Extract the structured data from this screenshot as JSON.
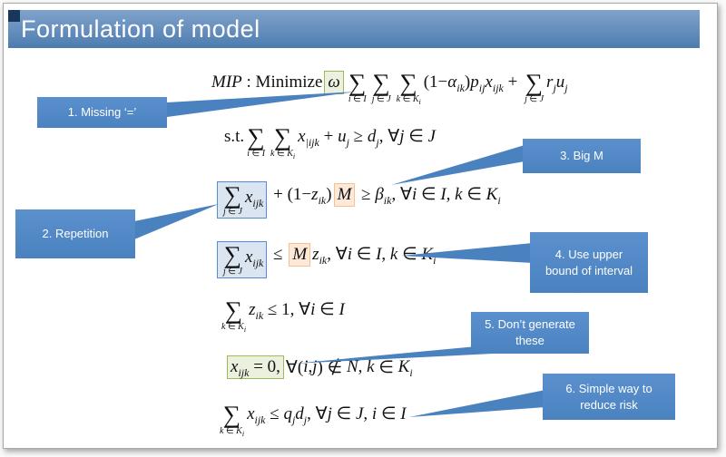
{
  "slide": {
    "title": "Formulation of model"
  },
  "palette": {
    "header_blue_top": "#7fa3cb",
    "header_blue_bottom": "#4e7cb0",
    "header_accent": "#17375e",
    "callout_blue": "#4a82c0",
    "callout_blue_light": "#5b90cd",
    "hl_green_bg": "#ebf1de",
    "hl_green_border": "#9bbb59",
    "hl_blue_bg": "#dbe5f1",
    "hl_blue_border": "#558ed5",
    "hl_orange_bg": "#fde9d9",
    "hl_orange_border": "#fabf8f"
  },
  "callouts": [
    {
      "label": "1. Missing ‘=’"
    },
    {
      "label": "2. Repetition"
    },
    {
      "label": "3. Big M"
    },
    {
      "label": "4. Use upper bound of interval"
    },
    {
      "label": "5. Don’t generate these"
    },
    {
      "label": "6. Simple way to reduce risk"
    }
  ],
  "formulas": [
    {
      "tokens": [
        {
          "T": "i",
          "v": "MIP"
        },
        {
          "T": "t",
          "v": " : Minimize"
        },
        {
          "T": "box",
          "bg": "green",
          "c": [
            {
              "T": "i",
              "v": "ω"
            }
          ]
        },
        {
          "T": "sum",
          "u": [
            {
              "T": "i",
              "v": "i"
            },
            {
              "T": "t",
              "v": " ∈ "
            },
            {
              "T": "i",
              "v": "I"
            }
          ]
        },
        {
          "T": "sum",
          "u": [
            {
              "T": "i",
              "v": "j"
            },
            {
              "T": "t",
              "v": " ∈ "
            },
            {
              "T": "i",
              "v": "J"
            }
          ]
        },
        {
          "T": "sum",
          "u": [
            {
              "T": "i",
              "v": "k"
            },
            {
              "T": "t",
              "v": " ∈ "
            },
            {
              "T": "v",
              "v": "K",
              "s": "i"
            }
          ]
        },
        {
          "T": "t",
          "v": "(1−"
        },
        {
          "T": "v",
          "v": "α",
          "s": "ik"
        },
        {
          "T": "t",
          "v": ")"
        },
        {
          "T": "v",
          "v": "p",
          "s": "ij"
        },
        {
          "T": "v",
          "v": "x",
          "s": "ijk"
        },
        {
          "T": "t",
          "v": " + "
        },
        {
          "T": "sum",
          "u": [
            {
              "T": "i",
              "v": "j"
            },
            {
              "T": "t",
              "v": " ∈ "
            },
            {
              "T": "i",
              "v": "J"
            }
          ]
        },
        {
          "T": "v",
          "v": "r",
          "s": "j"
        },
        {
          "T": "v",
          "v": "u",
          "s": "j"
        }
      ]
    },
    {
      "tokens": [
        {
          "T": "t",
          "v": "s.t."
        },
        {
          "T": "sum",
          "u": [
            {
              "T": "i",
              "v": "i"
            },
            {
              "T": "t",
              "v": " ∈ "
            },
            {
              "T": "i",
              "v": "I"
            }
          ]
        },
        {
          "T": "sum",
          "u": [
            {
              "T": "i",
              "v": "k"
            },
            {
              "T": "t",
              "v": " ∈ "
            },
            {
              "T": "v",
              "v": "K",
              "s": "i"
            }
          ]
        },
        {
          "T": "v",
          "v": "x",
          "s": "|ijk"
        },
        {
          "T": "t",
          "v": " + "
        },
        {
          "T": "v",
          "v": "u",
          "s": "j"
        },
        {
          "T": "t",
          "v": " ≥ "
        },
        {
          "T": "v",
          "v": "d",
          "s": "j"
        },
        {
          "T": "t",
          "v": ", ∀"
        },
        {
          "T": "i",
          "v": "j"
        },
        {
          "T": "t",
          "v": " ∈ "
        },
        {
          "T": "i",
          "v": "J"
        }
      ]
    },
    {
      "tokens": [
        {
          "T": "box",
          "bg": "blue",
          "c": [
            {
              "T": "sum",
              "u": [
                {
                  "T": "i",
                  "v": "j"
                },
                {
                  "T": "t",
                  "v": " ∈ "
                },
                {
                  "T": "i",
                  "v": "J"
                }
              ]
            },
            {
              "T": "v",
              "v": "x",
              "s": "ijk"
            }
          ]
        },
        {
          "T": "t",
          "v": " + (1−"
        },
        {
          "T": "v",
          "v": "z",
          "s": "ik"
        },
        {
          "T": "t",
          "v": ")"
        },
        {
          "T": "box",
          "bg": "orange",
          "c": [
            {
              "T": "i",
              "v": "M"
            }
          ]
        },
        {
          "T": "t",
          "v": " ≥ "
        },
        {
          "T": "v",
          "v": "β",
          "s": "ik"
        },
        {
          "T": "t",
          "v": ", ∀"
        },
        {
          "T": "i",
          "v": "i"
        },
        {
          "T": "t",
          "v": " ∈ "
        },
        {
          "T": "i",
          "v": "I"
        },
        {
          "T": "t",
          "v": ", "
        },
        {
          "T": "i",
          "v": "k"
        },
        {
          "T": "t",
          "v": " ∈ "
        },
        {
          "T": "v",
          "v": "K",
          "s": "i"
        }
      ]
    },
    {
      "tokens": [
        {
          "T": "box",
          "bg": "blue",
          "c": [
            {
              "T": "sum",
              "u": [
                {
                  "T": "i",
                  "v": "j"
                },
                {
                  "T": "t",
                  "v": " ∈ "
                },
                {
                  "T": "i",
                  "v": "J"
                }
              ]
            },
            {
              "T": "v",
              "v": "x",
              "s": "ijk"
            }
          ]
        },
        {
          "T": "t",
          "v": " ≤ "
        },
        {
          "T": "box",
          "bg": "orange",
          "c": [
            {
              "T": "i",
              "v": "M"
            }
          ]
        },
        {
          "T": "v",
          "v": "z",
          "s": "ik"
        },
        {
          "T": "t",
          "v": ", ∀"
        },
        {
          "T": "i",
          "v": "i"
        },
        {
          "T": "t",
          "v": " ∈ "
        },
        {
          "T": "i",
          "v": "I"
        },
        {
          "T": "t",
          "v": ", "
        },
        {
          "T": "i",
          "v": "k"
        },
        {
          "T": "t",
          "v": " ∈ "
        },
        {
          "T": "v",
          "v": "K",
          "s": "i"
        }
      ]
    },
    {
      "tokens": [
        {
          "T": "sum",
          "u": [
            {
              "T": "i",
              "v": "k"
            },
            {
              "T": "t",
              "v": " ∈ "
            },
            {
              "T": "v",
              "v": "K",
              "s": "i"
            }
          ]
        },
        {
          "T": "v",
          "v": "z",
          "s": "ik"
        },
        {
          "T": "t",
          "v": " ≤ 1, ∀"
        },
        {
          "T": "i",
          "v": "i"
        },
        {
          "T": "t",
          "v": " ∈ "
        },
        {
          "T": "i",
          "v": "I"
        }
      ]
    },
    {
      "tokens": [
        {
          "T": "box",
          "bg": "green",
          "c": [
            {
              "T": "v",
              "v": "x",
              "s": "ijk"
            },
            {
              "T": "t",
              "v": " = 0,"
            }
          ]
        },
        {
          "T": "t",
          "v": "∀("
        },
        {
          "T": "i",
          "v": "i"
        },
        {
          "T": "t",
          "v": ","
        },
        {
          "T": "i",
          "v": "j"
        },
        {
          "T": "t",
          "v": ") ∉ "
        },
        {
          "T": "i",
          "v": "N"
        },
        {
          "T": "t",
          "v": ", "
        },
        {
          "T": "i",
          "v": "k"
        },
        {
          "T": "t",
          "v": " ∈ "
        },
        {
          "T": "v",
          "v": "K",
          "s": "i"
        }
      ]
    },
    {
      "tokens": [
        {
          "T": "sum",
          "u": [
            {
              "T": "i",
              "v": "k"
            },
            {
              "T": "t",
              "v": " ∈ "
            },
            {
              "T": "v",
              "v": "K",
              "s": "i"
            }
          ]
        },
        {
          "T": "v",
          "v": "x",
          "s": "ijk"
        },
        {
          "T": "t",
          "v": " ≤ "
        },
        {
          "T": "v",
          "v": "q",
          "s": "j"
        },
        {
          "T": "v",
          "v": "d",
          "s": "j"
        },
        {
          "T": "t",
          "v": ", ∀"
        },
        {
          "T": "i",
          "v": "j"
        },
        {
          "T": "t",
          "v": " ∈ "
        },
        {
          "T": "i",
          "v": "J"
        },
        {
          "T": "t",
          "v": ", "
        },
        {
          "T": "i",
          "v": "i"
        },
        {
          "T": "t",
          "v": " ∈ "
        },
        {
          "T": "i",
          "v": "I"
        }
      ]
    }
  ]
}
